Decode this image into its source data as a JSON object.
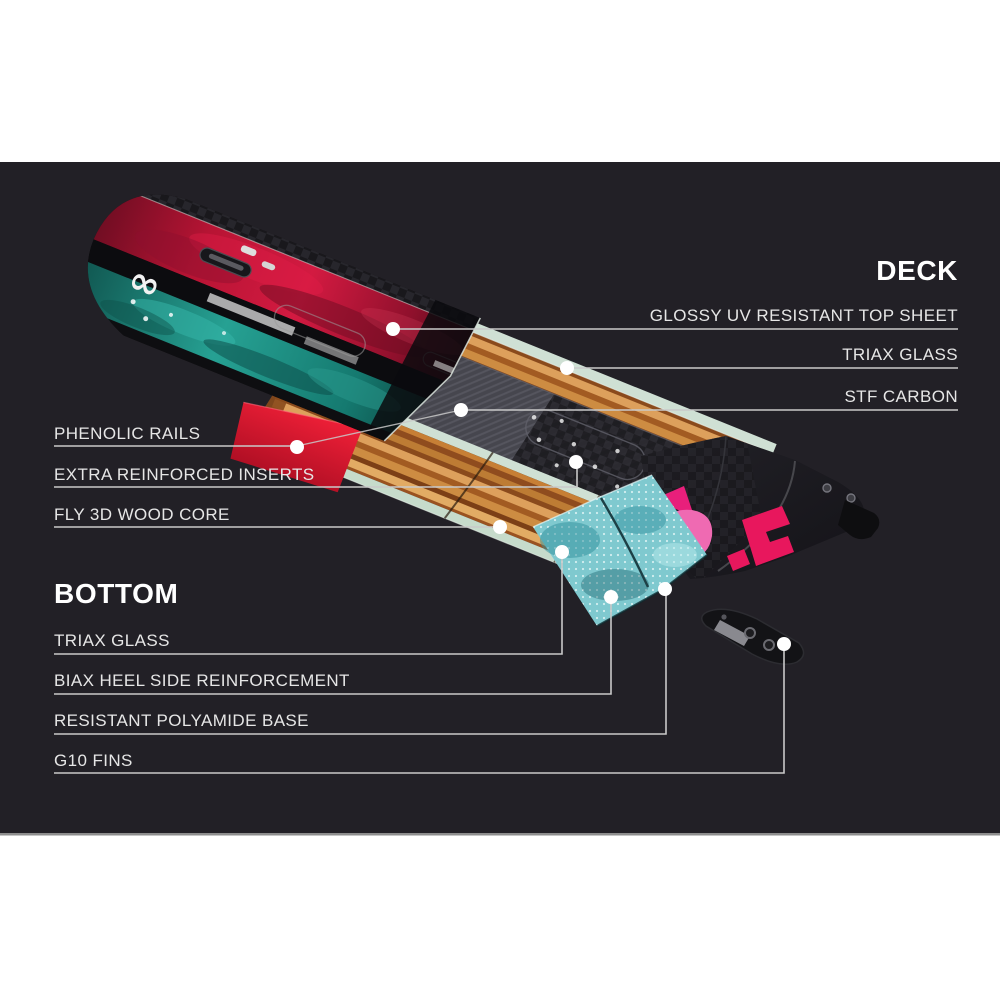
{
  "panel": {
    "page_background": "#ffffff",
    "background": "#222026",
    "bottom_border": "#8e8e8e"
  },
  "deck": {
    "title": "DECK",
    "items": [
      "GLOSSY UV RESISTANT TOP SHEET",
      "TRIAX GLASS",
      "STF CARBON"
    ]
  },
  "construction": {
    "items": [
      "PHENOLIC RAILS",
      "EXTRA REINFORCED INSERTS",
      "FLY 3D WOOD CORE"
    ]
  },
  "bottom": {
    "title": "BOTTOM",
    "items": [
      "TRIAX GLASS",
      "BIAX HEEL SIDE REINFORCEMENT",
      "RESISTANT POLYAMIDE BASE",
      "G10 FINS"
    ]
  },
  "board": {
    "logo_glyph": "∞",
    "colors": {
      "top_sheet_red": "#c41537",
      "deck_teal": "#1f8d82",
      "insert_red": "#e5192e",
      "wood": "#c08038",
      "rail_sage": "#cfe0d4",
      "carbon_dark": "#1a191c",
      "carbon_gray": "#4a4a52",
      "base_teal": "#7fc9cf",
      "graphic_pink": "#e8175d",
      "fin_black": "#131316",
      "leader_line": "#c9c9c9"
    }
  }
}
